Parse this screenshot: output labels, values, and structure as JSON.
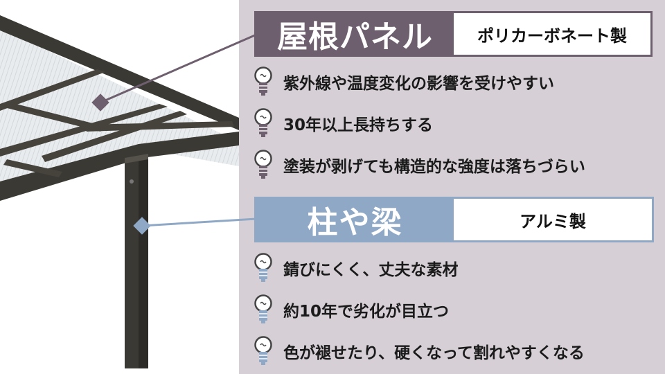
{
  "roof": {
    "title": "屋根パネル",
    "material": "ポリカーボネート製",
    "items": [
      {
        "icon": "lightbulb-icon",
        "text": "紫外線や温度変化の影響を受けやすい"
      },
      {
        "icon": "lightbulb-icon",
        "text": "30年以上長持ちする"
      },
      {
        "icon": "lightbulb-icon",
        "text": "塗装が剥げても構造的な強度は落ちづらい"
      }
    ]
  },
  "post": {
    "title": "柱や梁",
    "material": "アルミ製",
    "items": [
      {
        "icon": "lightbulb-icon",
        "text": "錆びにくく、丈夫な素材"
      },
      {
        "icon": "lightbulb-icon",
        "text": "約10年で劣化が目立つ"
      },
      {
        "icon": "lightbulb-icon",
        "text": "色が褪せたり、硬くなって割れやすくなる"
      }
    ]
  },
  "colors": {
    "background": "#d6d0d6",
    "roof_accent": "#6e5f6e",
    "post_accent": "#8fa8c6",
    "frame": "#3b3934"
  }
}
